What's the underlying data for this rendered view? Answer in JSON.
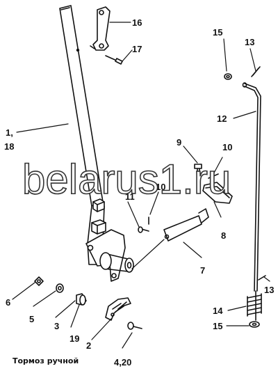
{
  "watermark": "belarus1.ru",
  "caption": "Тормоз ручной",
  "callouts": [
    "16",
    "17",
    "1,",
    "18",
    "15",
    "13",
    "12",
    "9",
    "10",
    "10",
    "11",
    "8",
    "7",
    "6",
    "5",
    "3",
    "19",
    "2",
    "4,20",
    "13",
    "14",
    "15"
  ]
}
